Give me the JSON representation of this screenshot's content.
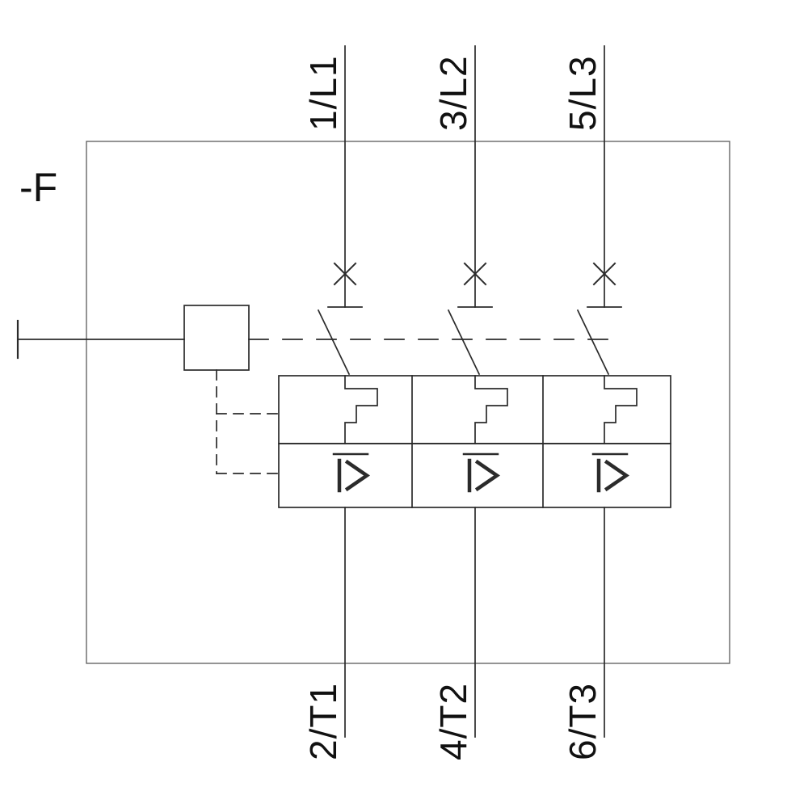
{
  "device_label": "-F",
  "poles": [
    {
      "top": "1/L1",
      "bottom": "2/T1"
    },
    {
      "top": "3/L2",
      "bottom": "4/T2"
    },
    {
      "top": "5/L3",
      "bottom": "6/T3"
    }
  ],
  "symbols": {
    "breaker_function_marker": "X",
    "thermal_overload": "bimetal-detour",
    "magnetic_trip_label": "I>",
    "actuator": "manual-operator-square",
    "mechanical_link": "dashed-line"
  },
  "colors": {
    "line": "#2b2b2b",
    "frame": "#5a5a5a",
    "text": "#111111",
    "background": "#ffffff"
  }
}
